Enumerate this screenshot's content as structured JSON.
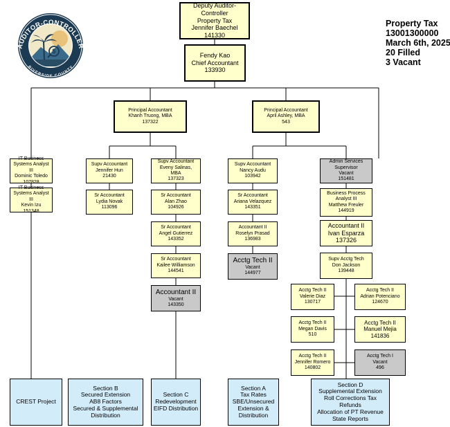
{
  "info": {
    "line1": "Property Tax",
    "line2": "13001300000",
    "line3": "March 6th, 2025",
    "line4": "20 Filled",
    "line5": "3 Vacant"
  },
  "logo": {
    "top_text": "AUDITOR-CONTROLLER",
    "bottom_text": "RIVERSIDE COUNTY",
    "dollar": "$"
  },
  "boxes": {
    "deputy": {
      "l1": "Deputy Auditor-",
      "l2": "Controller",
      "l3": "Property Tax",
      "l4": "Jennifer Baechel",
      "l5": "141330"
    },
    "chief": {
      "l1": "Fendy Kao",
      "l2": "Chief Accountant",
      "l3": "133930"
    },
    "pa_left": {
      "l1": "Principal Accountant",
      "l2": "Khanh Truong, MBA",
      "l3": "137322"
    },
    "pa_right": {
      "l1": "Principal Accountant",
      "l2": "April Ashley, MBA",
      "l3": "543"
    },
    "it1": {
      "l1": "IT Business",
      "l2": "Systems Analyst III",
      "l3": "Dominic Toledo",
      "l4": "107828"
    },
    "it2": {
      "l1": "IT Business",
      "l2": "Systems Analyst III",
      "l3": "Kevin Izu",
      "l4": "151348"
    },
    "sa_hun": {
      "l1": "Supv Accountant",
      "l2": "Jennifer Hun",
      "l3": "21430"
    },
    "sr_novak": {
      "l1": "Sr Accountant",
      "l2": "Lydia Novak",
      "l3": "113096"
    },
    "sa_salinas": {
      "l1": "Supv Accountant",
      "l2": "Eveny Salinas,",
      "l3": "MBA",
      "l4": "137323"
    },
    "sr_zhao": {
      "l1": "Sr Accountant",
      "l2": "Alan Zhao",
      "l3": "104926"
    },
    "sr_gutierrez": {
      "l1": "Sr Accountant",
      "l2": "Angel Gutierrez",
      "l3": "143352"
    },
    "sr_williamson": {
      "l1": "Sr Accountant",
      "l2": "Kailee Williamson",
      "l3": "144541"
    },
    "acct2_vacant": {
      "l1": "Accountant II",
      "l2": "Vacant",
      "l3": "143350"
    },
    "sa_audu": {
      "l1": "Supv Accountant",
      "l2": "Nancy Audu",
      "l3": "103942"
    },
    "sr_velazquez": {
      "l1": "Sr Accountant",
      "l2": "Ariana Velazquez",
      "l3": "143351"
    },
    "acct2_prasad": {
      "l1": "Accountant II",
      "l2": "Roselyn Prasad",
      "l3": "136983"
    },
    "tech2_vacant1": {
      "l1": "Acctg Tech II",
      "l2": "Vacant",
      "l3": "144977"
    },
    "admin": {
      "l1": "Admin Services",
      "l2": "Supervisor",
      "l3": "Vacant",
      "l4": "151481"
    },
    "bpa": {
      "l1": "Business Process",
      "l2": "Analyst III",
      "l3": "Matthew Freuler",
      "l4": "144919"
    },
    "acct2_esparza": {
      "l1": "Accountant II",
      "l2": "Ivan Esparza",
      "l3": "137326"
    },
    "supv_tech": {
      "l1": "Supv Acctg Tech",
      "l2": "Don Jackson",
      "l3": "139448"
    },
    "tech_diaz": {
      "l1": "Acctg Tech II",
      "l2": "Valerie Diaz",
      "l3": "130717"
    },
    "tech_potenciano": {
      "l1": "Acctg Tech II",
      "l2": "Adrian Potenciano",
      "l3": "124670"
    },
    "tech_davis": {
      "l1": "Acctg Tech II",
      "l2": "Megan Davis",
      "l3": "510"
    },
    "tech_mejia": {
      "l1": "Acctg Tech II",
      "l2": "Manuel Mejia",
      "l3": "141836"
    },
    "tech_romero": {
      "l1": "Acctg Tech II",
      "l2": "Jennifer Romero",
      "l3": "140802"
    },
    "tech1_vacant": {
      "l1": "Acctg Tech I",
      "l2": "Vacant",
      "l3": "496"
    }
  },
  "sections": {
    "crest": {
      "l1": "CREST Project"
    },
    "b": {
      "l1": "Section B",
      "l2": "Secured Extension",
      "l3": "AB8 Factors",
      "l4": "Secured & Supplemental",
      "l5": "Distribution"
    },
    "c": {
      "l1": "Section C",
      "l2": "Redevelopment",
      "l3": "EIFD Distribution"
    },
    "a": {
      "l1": "Section A",
      "l2": "Tax Rates",
      "l3": "SBE/Unsecured",
      "l4": "Extension &",
      "l5": "Distribution"
    },
    "d": {
      "l1": "Section D",
      "l2": "Supplemental Extension",
      "l3": "Roll Corrections Tax",
      "l4": "Refunds",
      "l5": "Allocation of PT Revenue",
      "l6": "State Reports"
    }
  }
}
